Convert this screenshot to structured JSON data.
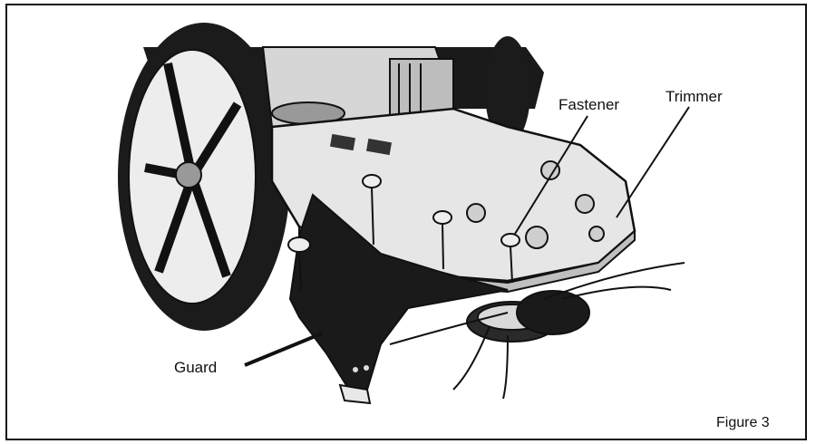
{
  "labels": {
    "fastener": "Fastener",
    "trimmer": "Trimmer",
    "guard": "Guard",
    "figure": "Figure 3"
  },
  "colors": {
    "line": "#111111",
    "deck": "#e4e4e4",
    "guard": "#1a1a1a",
    "tire": "#1b1b1b",
    "engine": "#cfcfcf"
  }
}
